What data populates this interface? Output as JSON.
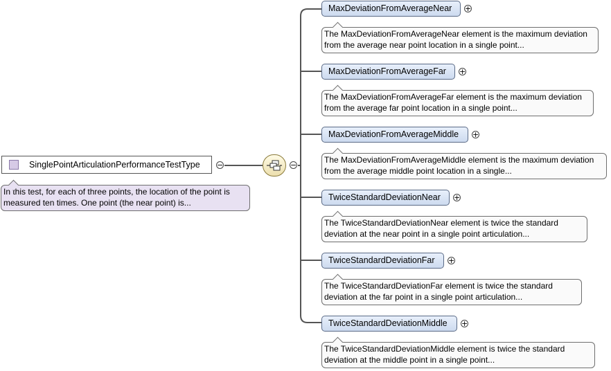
{
  "root": {
    "type_name": "SinglePointArticulationPerformanceTestType",
    "documentation": [
      "In this test, for each of three points, the location of the point is",
      "measured ten times. One point (the near point) is..."
    ],
    "collapse_glyph": "−"
  },
  "compositor": {
    "icon": "sequence-compositor-icon",
    "collapse_glyph": "−"
  },
  "children": [
    {
      "name": "MaxDeviationFromAverageNear",
      "expand_glyph": "+",
      "documentation": [
        "The MaxDeviationFromAverageNear element is the maximum deviation",
        "from the average near point location in a single point..."
      ]
    },
    {
      "name": "MaxDeviationFromAverageFar",
      "expand_glyph": "+",
      "documentation": [
        "The MaxDeviationFromAverageFar element is the maximum deviation",
        "from the average far point location in a single point..."
      ]
    },
    {
      "name": "MaxDeviationFromAverageMiddle",
      "expand_glyph": "+",
      "documentation": [
        "The MaxDeviationFromAverageMiddle element is the maximum deviation",
        "from the average middle point location in a single..."
      ]
    },
    {
      "name": "TwiceStandardDeviationNear",
      "expand_glyph": "+",
      "documentation": [
        "The TwiceStandardDeviationNear element is twice the standard",
        "deviation at the near point in a single point articulation..."
      ]
    },
    {
      "name": "TwiceStandardDeviationFar",
      "expand_glyph": "+",
      "documentation": [
        "The TwiceStandardDeviationFar element is twice the standard",
        "deviation at the far point in a single point articulation..."
      ]
    },
    {
      "name": "TwiceStandardDeviationMiddle",
      "expand_glyph": "+",
      "documentation": [
        "The TwiceStandardDeviationMiddle element is twice the standard",
        "deviation at the middle point in a single point..."
      ]
    }
  ]
}
